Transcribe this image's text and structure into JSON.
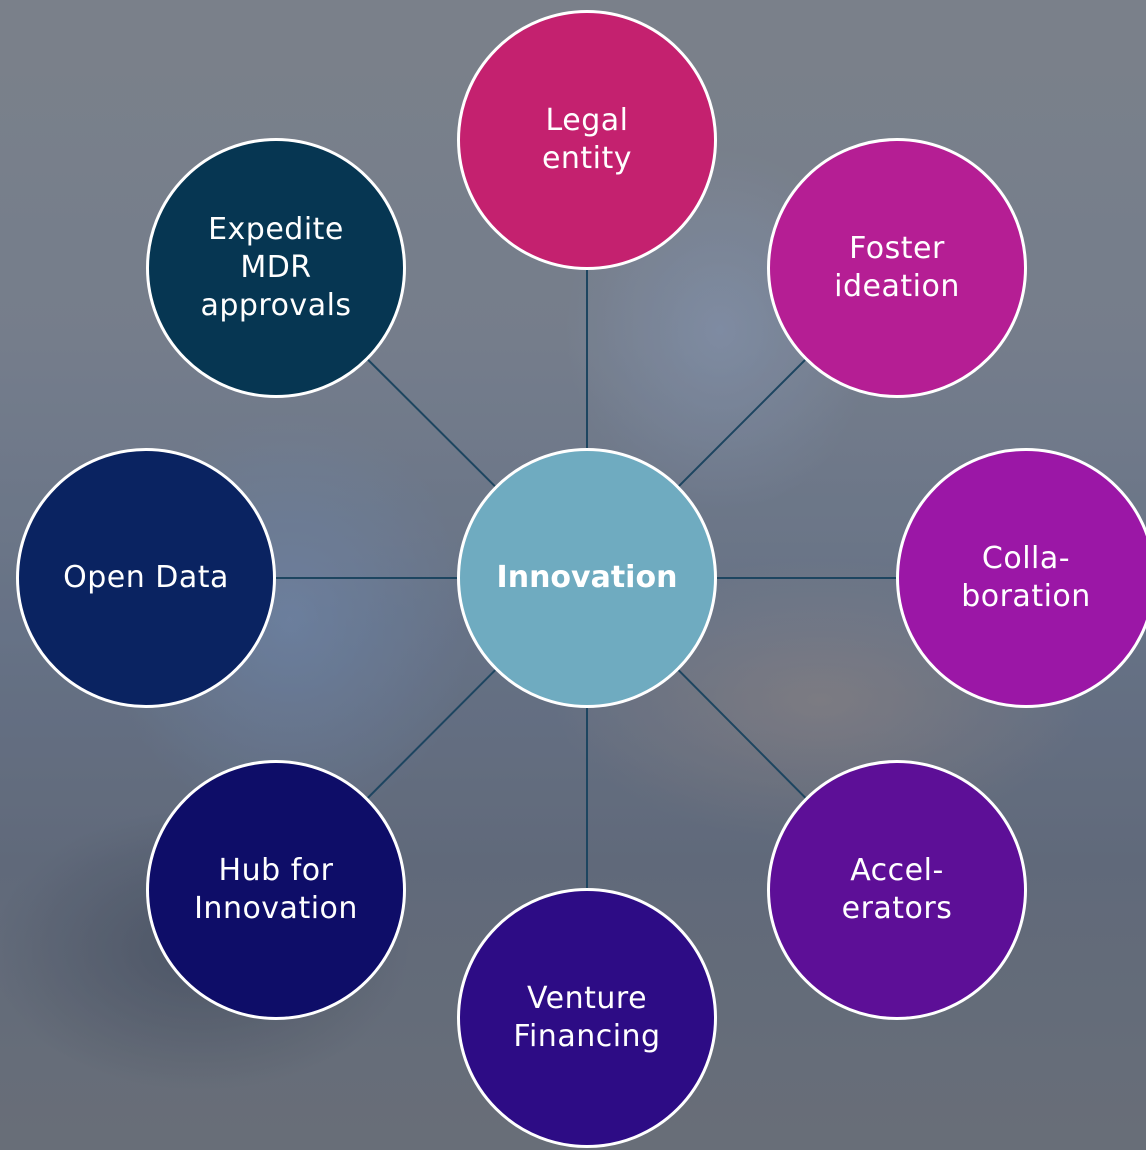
{
  "colors": {
    "center": "#6fabc0",
    "line": "#1d4560",
    "border": "#ffffff"
  },
  "center": {
    "label": "Innovation"
  },
  "nodes": [
    {
      "id": "legal-entity",
      "label": "Legal\nentity",
      "color": "#c4216f"
    },
    {
      "id": "foster-ideation",
      "label": "Foster\nideation",
      "color": "#b51e94"
    },
    {
      "id": "collaboration",
      "label": "Colla-\nboration",
      "color": "#9b17a6"
    },
    {
      "id": "accelerators",
      "label": "Accel-\nerators",
      "color": "#5d0f97"
    },
    {
      "id": "venture-financing",
      "label": "Venture\nFinancing",
      "color": "#2d0c85"
    },
    {
      "id": "hub-for-innovation",
      "label": "Hub for\nInnovation",
      "color": "#0e0d68"
    },
    {
      "id": "open-data",
      "label": "Open Data",
      "color": "#0a2361"
    },
    {
      "id": "expedite-mdr",
      "label": "Expedite\nMDR\napprovals",
      "color": "#063652"
    }
  ]
}
